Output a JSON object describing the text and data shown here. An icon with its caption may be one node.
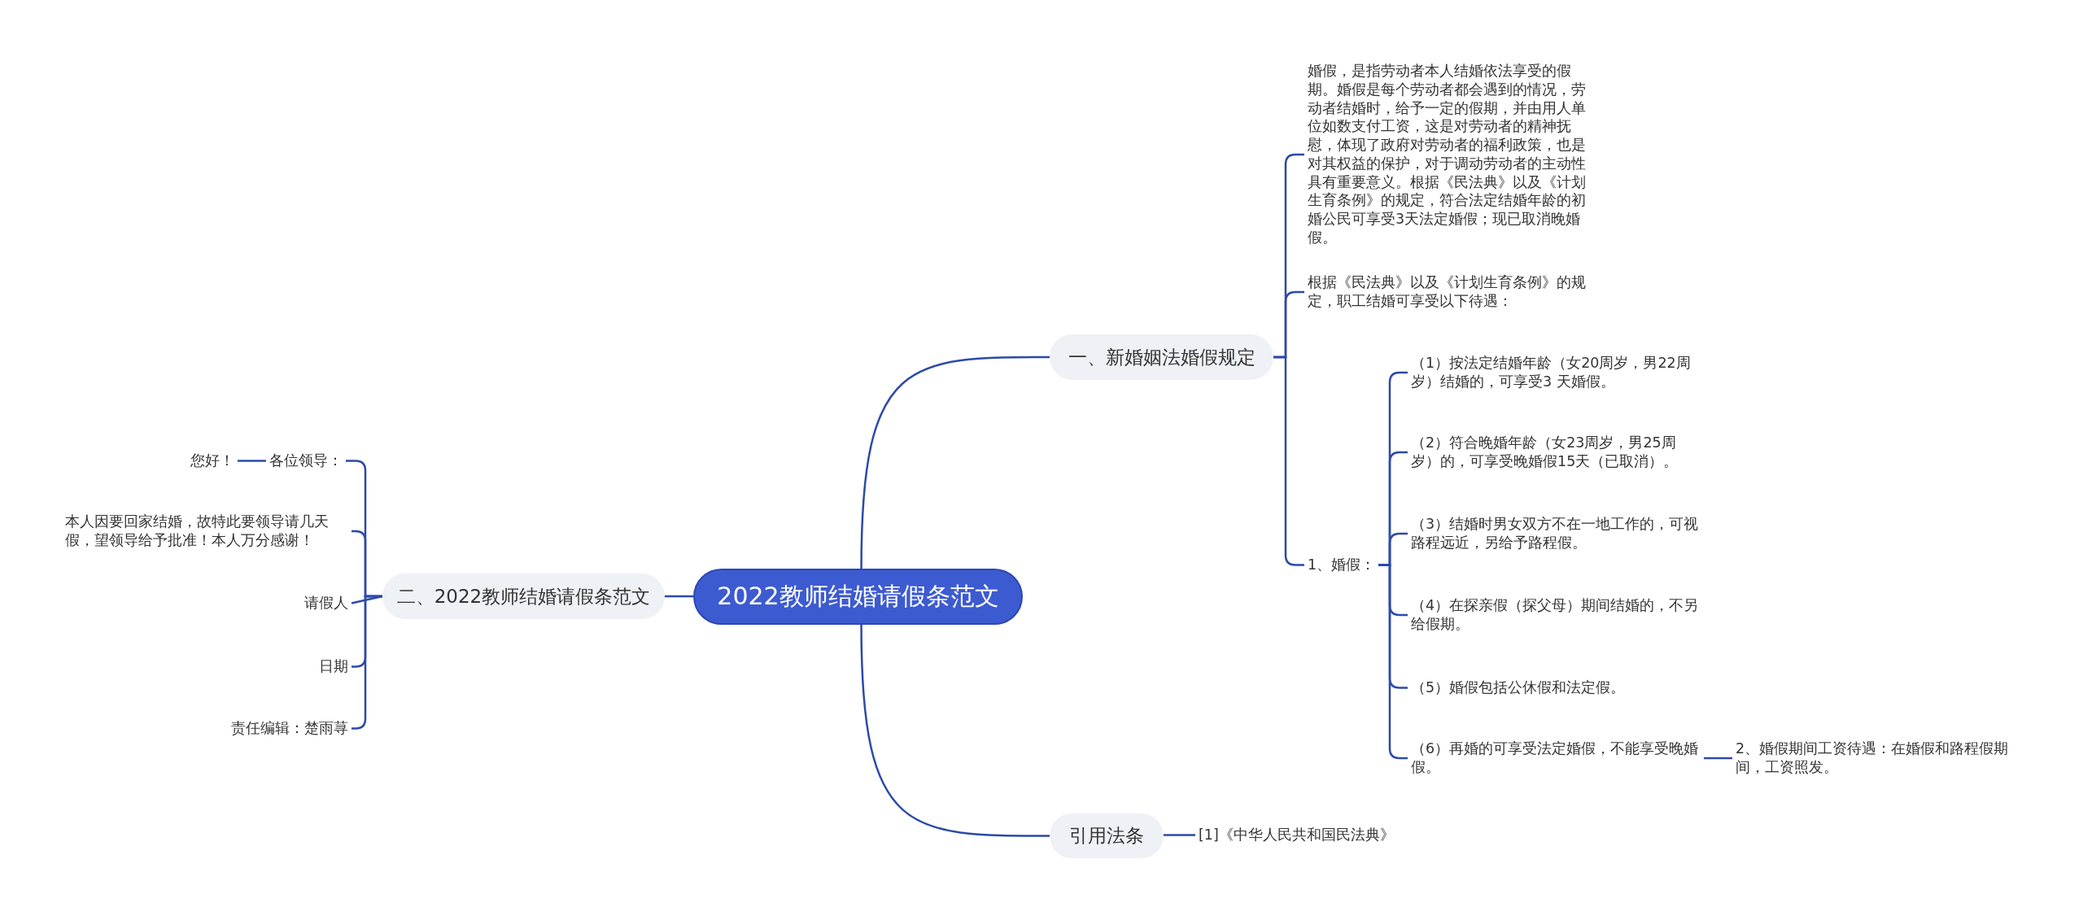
{
  "diagram": {
    "nodes": [
      {
        "text": [
          "2022教师结婚请假条范文"
        ]
      },
      {
        "text": [
          "一、新婚姻法婚假规定"
        ]
      },
      {
        "text": [
          "引用法条"
        ]
      },
      {
        "text": [
          "二、2022教师结婚请假条范文"
        ]
      },
      {
        "text": [
          "婚假，是指劳动者本人结婚依法享受的假期。婚假是每个劳动者都会遇到的情况，劳动者结婚时，给予一定的假期，并由用人单位如数支付工资，这是对劳动者的精神抚慰，体现了政府对劳动者的福利政策，也是对其权益的保护，对于调动劳动者的主动性具有重要意义。根据《民法典》以及《计划生育条例》的规定，符合法定结婚年龄的初婚公民可享受3天法定婚假；现已取消晚婚假。"
        ]
      },
      {
        "text": [
          "根据《民法典》以及《计划生育条例》的规定，职工结婚可享受以下待遇："
        ]
      },
      {
        "text": [
          "1、婚假："
        ]
      },
      {
        "text": [
          "（1）按法定结婚年龄（女20周岁，男22周岁）结婚的，可享受3 天婚假。"
        ]
      },
      {
        "text": [
          "（2）符合晚婚年龄（女23周岁，男25周岁）的，可享受晚婚假15天（已取消）。"
        ]
      },
      {
        "text": [
          "（3）结婚时男女双方不在一地工作的，可视路程远近，另给予路程假。"
        ]
      },
      {
        "text": [
          "（4）在探亲假（探父母）期间结婚的，不另给假期。"
        ]
      },
      {
        "text": [
          "（5）婚假包括公休假和法定假。"
        ]
      },
      {
        "text": [
          "（6）再婚的可享受法定婚假，不能享受晚婚假。"
        ]
      },
      {
        "text": [
          "2、婚假期间工资待遇：在婚假和路程假期间，工资照发。"
        ]
      },
      {
        "text": [
          "[1]《中华人民共和国民法典》"
        ]
      },
      {
        "text": [
          "各位领导："
        ]
      },
      {
        "text": [
          "您好！"
        ]
      },
      {
        "text": [
          "本人因要回家结婚，故特此要领导请几天假，望领导给予批准！本人万分感谢！"
        ]
      },
      {
        "text": [
          "请假人"
        ]
      },
      {
        "text": [
          "日期"
        ]
      },
      {
        "text": [
          "责任编辑：楚雨荨"
        ]
      }
    ],
    "edges": [
      {
        "from": 0,
        "to": 1,
        "arrow": "none"
      },
      {
        "from": 0,
        "to": 2,
        "arrow": "none"
      },
      {
        "from": 0,
        "to": 3,
        "arrow": "none"
      },
      {
        "from": 1,
        "to": 4,
        "arrow": "none"
      },
      {
        "from": 1,
        "to": 5,
        "arrow": "none"
      },
      {
        "from": 1,
        "to": 6,
        "arrow": "none"
      },
      {
        "from": 6,
        "to": 7,
        "arrow": "none"
      },
      {
        "from": 6,
        "to": 8,
        "arrow": "none"
      },
      {
        "from": 6,
        "to": 9,
        "arrow": "none"
      },
      {
        "from": 6,
        "to": 10,
        "arrow": "none"
      },
      {
        "from": 6,
        "to": 11,
        "arrow": "none"
      },
      {
        "from": 6,
        "to": 12,
        "arrow": "none"
      },
      {
        "from": 12,
        "to": 13,
        "arrow": "none"
      },
      {
        "from": 2,
        "to": 14,
        "arrow": "none"
      },
      {
        "from": 3,
        "to": 15,
        "arrow": "none"
      },
      {
        "from": 15,
        "to": 16,
        "arrow": "none"
      },
      {
        "from": 3,
        "to": 17,
        "arrow": "none"
      },
      {
        "from": 3,
        "to": 18,
        "arrow": "none"
      },
      {
        "from": 3,
        "to": 19,
        "arrow": "none"
      },
      {
        "from": 3,
        "to": 20,
        "arrow": "none"
      }
    ]
  }
}
